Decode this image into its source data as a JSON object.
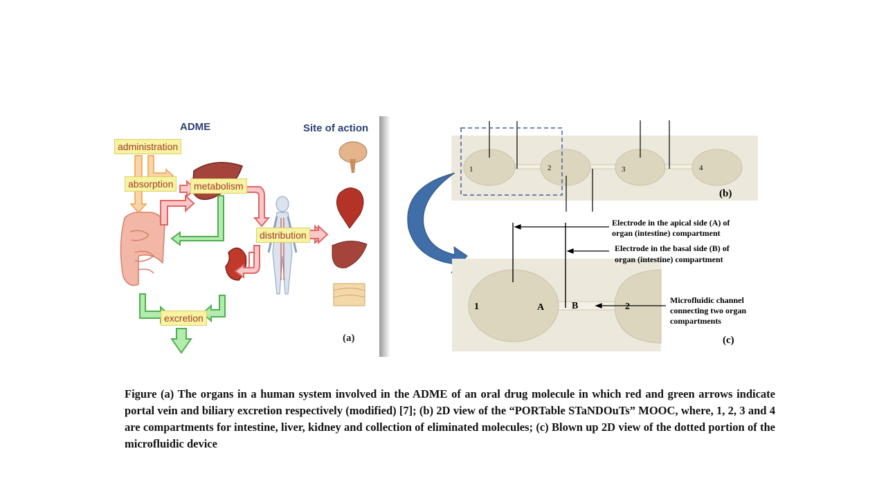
{
  "panel_a": {
    "title": "ADME",
    "site_title": "Site of action",
    "labels": {
      "administration": "administration",
      "absorption": "absorption",
      "metabolism": "metabolism",
      "distribution": "distribution",
      "excretion": "excretion"
    },
    "tag": "(a)",
    "organs": [
      "brain",
      "heart",
      "liver",
      "skin"
    ]
  },
  "panel_b": {
    "compartments": [
      "1",
      "2",
      "3",
      "4"
    ],
    "tag": "(b)"
  },
  "panel_c": {
    "left_number": "1",
    "right_number": "2",
    "point_a": "A",
    "point_b": "B",
    "tag": "(c)",
    "annotation_apical": [
      "Electrode in the apical side (A) of",
      "organ (intestine) compartment"
    ],
    "annotation_basal": [
      "Electrode in the basal side (B) of",
      "organ (intestine) compartment"
    ],
    "annotation_channel": [
      "Microfluidic channel",
      "connecting two organ",
      "compartments"
    ]
  },
  "caption": "Figure (a) The organs in a human system involved in the ADME of an oral drug molecule in which red and green arrows indicate portal vein and biliary excretion respectively (modified) [7]; (b) 2D view of the “PORTable STaNDOuTs” MOOC, where, 1, 2, 3 and 4 are compartments for intestine, liver, kidney and collection of eliminated molecules; (c) Blown up 2D view of the dotted portion of the microfluidic device",
  "colors": {
    "red_arrow": "#f07c7c",
    "green_arrow": "#7dd17d",
    "blue_arrow": "#3f6ea8",
    "compartment_fill": "#ddd6bf",
    "panel_bg": "#ece8db",
    "dashed_box": "#3f5fa0"
  }
}
